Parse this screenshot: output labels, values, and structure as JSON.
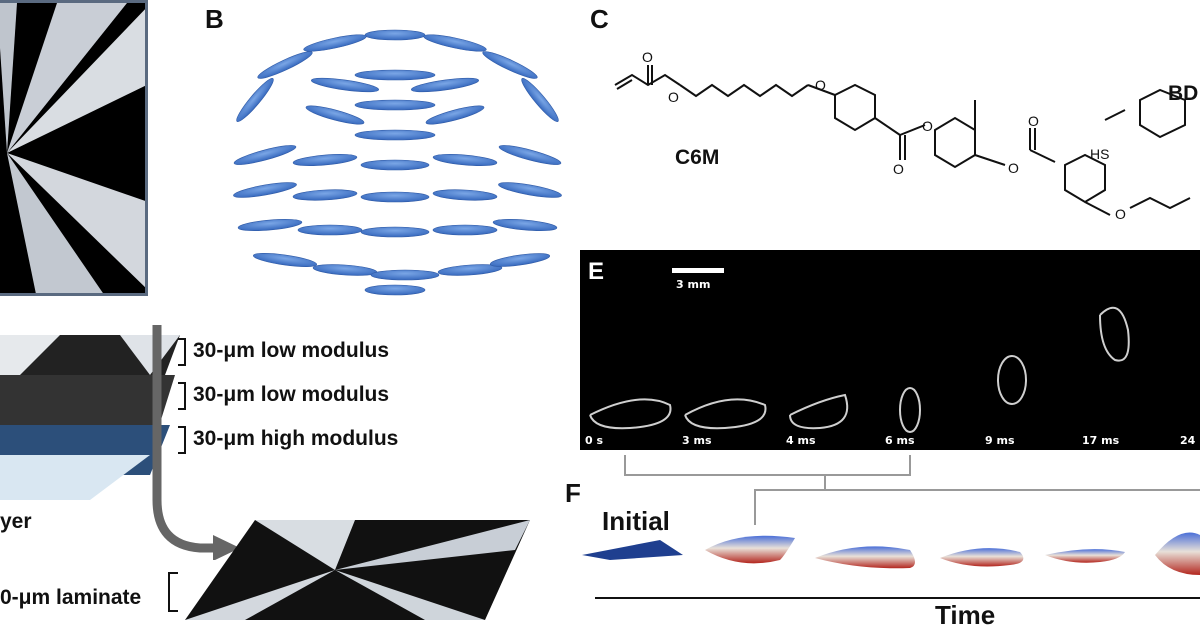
{
  "panels": {
    "B": "B",
    "C": "C",
    "E": "E",
    "F": "F"
  },
  "layers": [
    {
      "label": "30-μm low modulus"
    },
    {
      "label": "30-μm low modulus"
    },
    {
      "label": "30-μm high modulus"
    }
  ],
  "partial_layer_label": "yer",
  "laminate_label": "0-μm laminate",
  "chem": {
    "c6m": "C6M",
    "bd_partial": "BD",
    "hs": "HS"
  },
  "film": {
    "scale_bar": "3 mm",
    "frames": [
      "0 s",
      "3 ms",
      "4 ms",
      "6 ms",
      "9 ms",
      "17 ms",
      "24"
    ]
  },
  "sim": {
    "initial": "Initial",
    "time": "Time"
  },
  "colors": {
    "ellipsoid": "#4a7fcf",
    "shape_blue": "#1f3f8f",
    "shape_red": "#b3261e",
    "frame_border": "#5a6a80"
  }
}
